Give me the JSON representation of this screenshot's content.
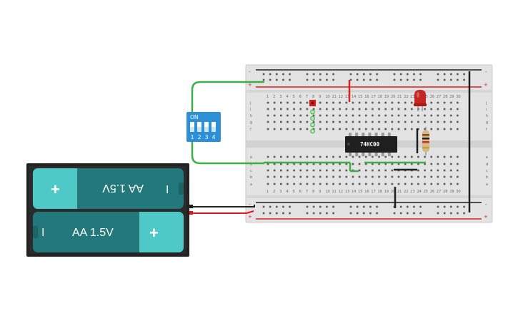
{
  "breadboard": {
    "rail_plus": "+",
    "rail_minus": "-",
    "top_row_letters": [
      "j",
      "i",
      "h",
      "g",
      "f"
    ],
    "bottom_row_letters": [
      "e",
      "d",
      "c",
      "b",
      "a"
    ],
    "column_numbers": [
      "1",
      "2",
      "3",
      "4",
      "5",
      "6",
      "7",
      "8",
      "9",
      "10",
      "11",
      "12",
      "13",
      "14",
      "15",
      "16",
      "17",
      "18",
      "19",
      "20",
      "21",
      "22",
      "23",
      "24",
      "25",
      "26",
      "27",
      "28",
      "29",
      "30"
    ]
  },
  "chip": {
    "label": "74HC00"
  },
  "dip_switch": {
    "label": "ON",
    "switch_numbers": [
      "1",
      "2",
      "3",
      "4"
    ]
  },
  "batteries": [
    {
      "label": "AA 1.5V",
      "plus": "+",
      "minus": "I"
    },
    {
      "label": "AA 1.5V",
      "plus": "+",
      "minus": "I"
    }
  ],
  "colors": {
    "wire_green": "#3cb043",
    "wire_red": "#e0161b",
    "wire_black": "#222222",
    "battery_teal": "#23787b",
    "battery_terminal": "#4fc9c8",
    "dip_blue": "#2d8fd5",
    "led_red": "#c42525",
    "chip_black": "#1f1f1f",
    "rail_red": "#d42323",
    "rail_black": "#1e1e1e"
  }
}
